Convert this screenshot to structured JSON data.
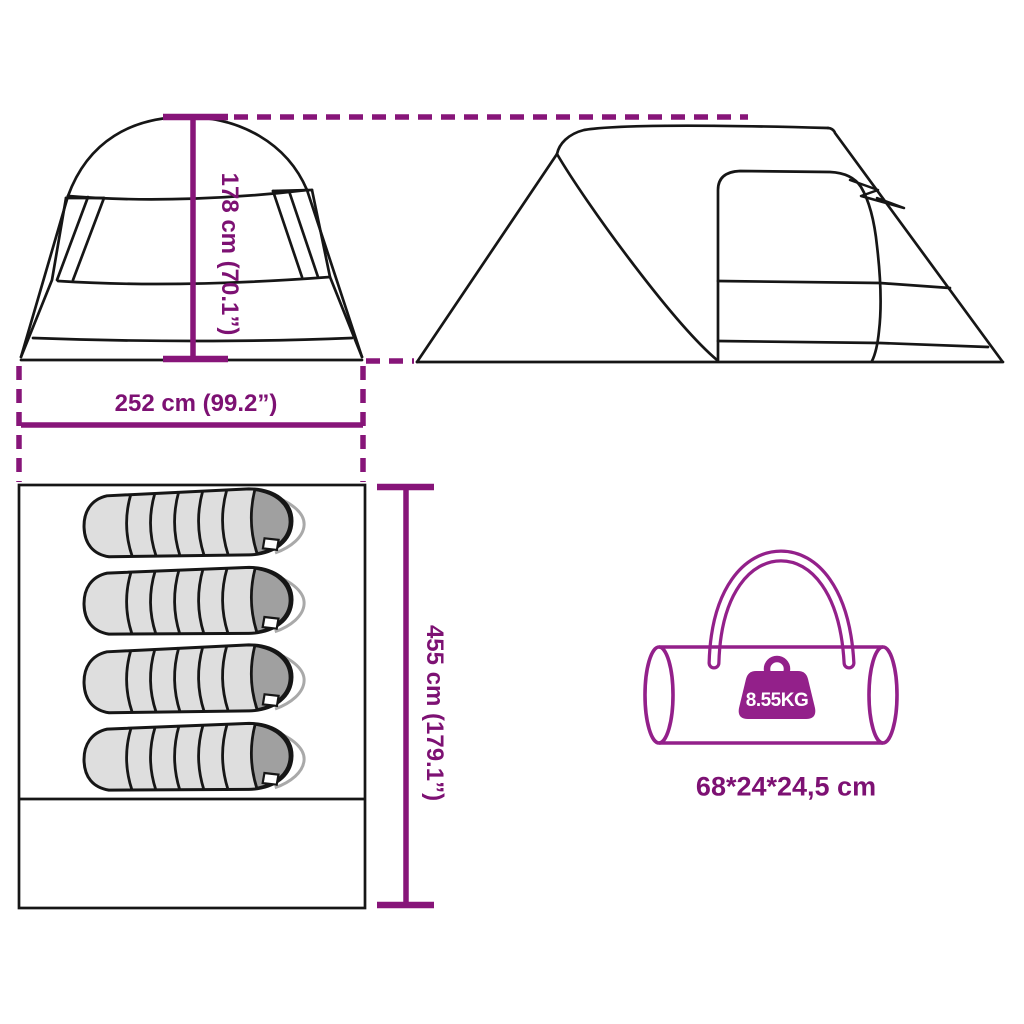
{
  "labels": {
    "height": "178 cm (70.1”)",
    "width": "252 cm (99.2”)",
    "length": "455 cm (179.1”)",
    "carry_bag_size": "68*24*24,5 cm",
    "carry_bag_weight": "8.55KG"
  },
  "icons": {
    "weight": "weight-icon",
    "carry_bag": "carry-bag-icon",
    "sleeping_bag": "sleeping-bag-icon"
  },
  "colors": {
    "accent_text": "#7d1173",
    "accent_line": "#871579",
    "accent_bag": "#93208a",
    "drawing_outline": "#161616",
    "sleeping_bag_body": "#dedede",
    "sleeping_bag_hood": "#a0a0a0",
    "background": "#ffffff"
  }
}
